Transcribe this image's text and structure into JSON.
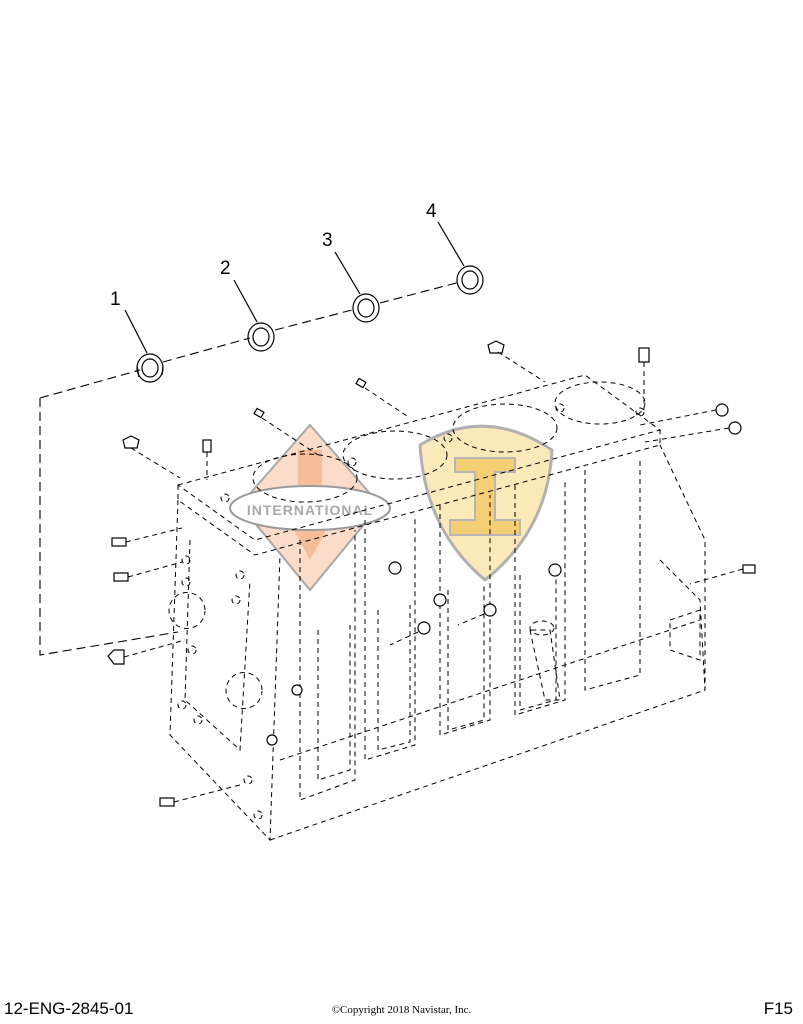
{
  "callouts": [
    {
      "id": 1,
      "label": "1"
    },
    {
      "id": 2,
      "label": "2"
    },
    {
      "id": 3,
      "label": "3"
    },
    {
      "id": 4,
      "label": "4"
    }
  ],
  "watermark": {
    "text": "INTERNATIONAL",
    "colors": {
      "orange": "#f4a97a",
      "gold": "#f2c65a",
      "grey": "#cfcfcf"
    }
  },
  "footer": {
    "drawing_number": "12-ENG-2845-01",
    "copyright": "©Copyright 2018 Navistar, Inc.",
    "page_code": "F15"
  }
}
